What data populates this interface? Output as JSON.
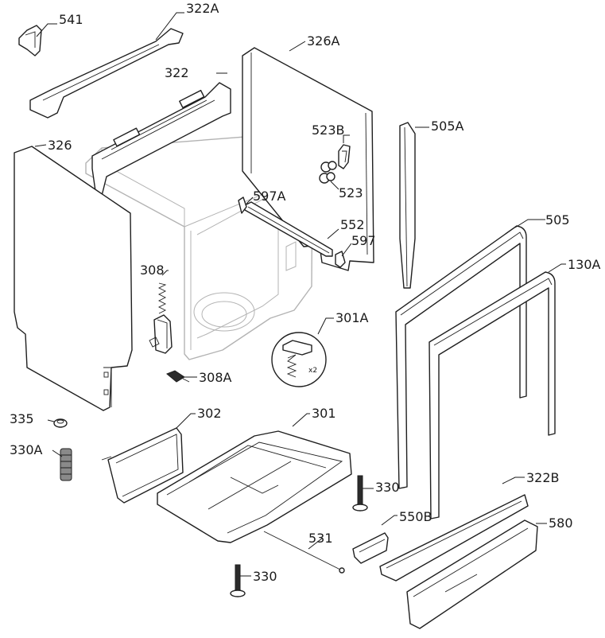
{
  "callouts": {
    "p541": "541",
    "p322A": "322A",
    "p322": "322",
    "p326A": "326A",
    "p326": "326",
    "p523B": "523B",
    "p523": "523",
    "p505A": "505A",
    "p597A": "597A",
    "p552": "552",
    "p597": "597",
    "p505": "505",
    "p130A": "130A",
    "p308": "308",
    "p301A": "301A",
    "p308A": "308A",
    "p335": "335",
    "p330A": "330A",
    "p302": "302",
    "p301": "301",
    "p330_right": "330",
    "p322B": "322B",
    "p550B": "550B",
    "p580": "580",
    "p531": "531",
    "p330_bottom": "330"
  },
  "annotations": {
    "quantity_301A": "x2"
  }
}
